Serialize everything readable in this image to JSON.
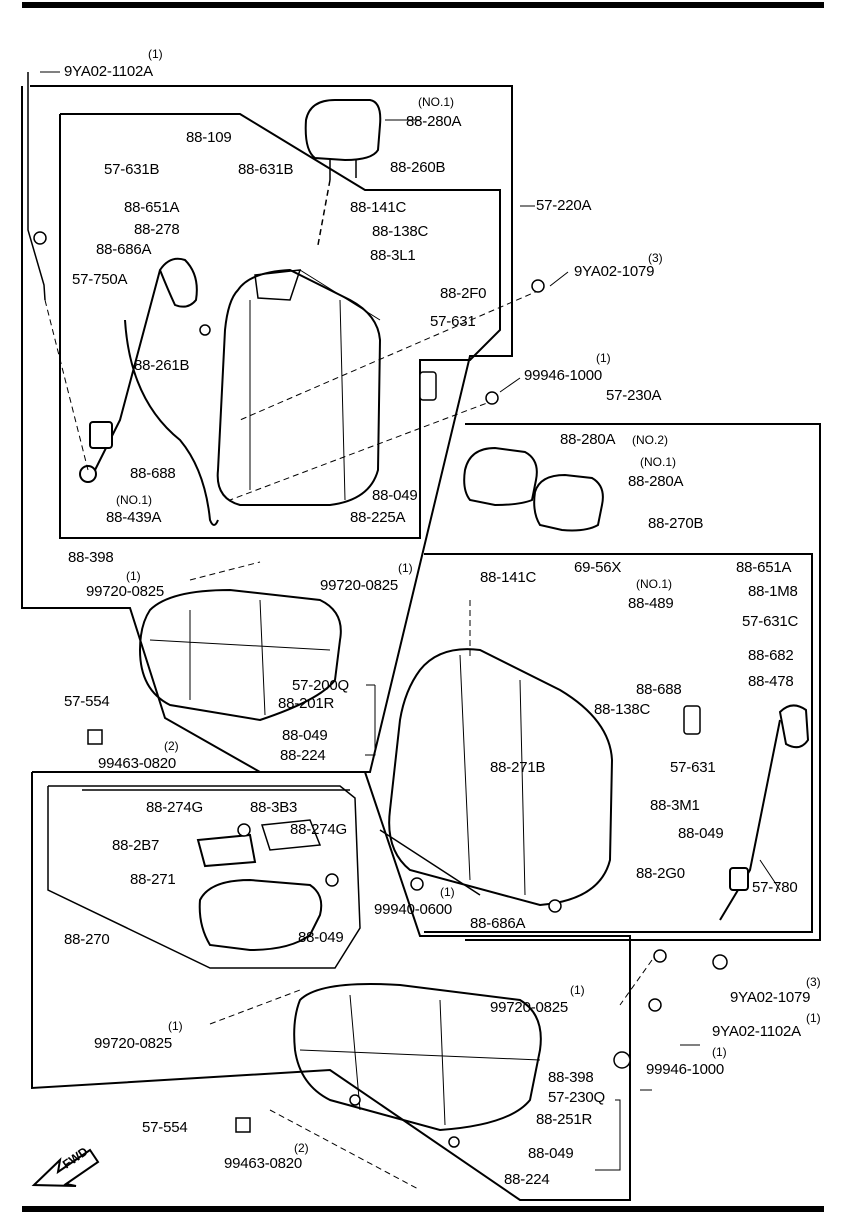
{
  "labels": {
    "9YA02_1102A": "9YA02-1102A",
    "no1": "(NO.1)",
    "88_280A": "88-280A",
    "88_109": "88-109",
    "57_631B": "57-631B",
    "88_631B": "88-631B",
    "88_260B": "88-260B",
    "57_220A": "57-220A",
    "88_651A": "88-651A",
    "88_141C": "88-141C",
    "88_278": "88-278",
    "88_138C": "88-138C",
    "88_686A": "88-686A",
    "88_3L1": "88-3L1",
    "9YA02_1079": "9YA02-1079",
    "57_750A": "57-750A",
    "88_2F0": "88-2F0",
    "57_631": "57-631",
    "88_261B": "88-261B",
    "99946_1000": "99946-1000",
    "57_230A": "57-230A",
    "88_280A_no2": "88-280A",
    "no2": "(NO.2)",
    "88_688": "88-688",
    "88_049": "88-049",
    "88_439A": "88-439A",
    "88_225A": "88-225A",
    "88_270B": "88-270B",
    "88_398": "88-398",
    "69_56X": "69-56X",
    "99720_0825": "99720-0825",
    "88_489": "88-489",
    "88_1M8": "88-1M8",
    "57_631C": "57-631C",
    "88_682": "88-682",
    "88_478": "88-478",
    "57_200Q": "57-200Q",
    "57_554": "57-554",
    "88_201R": "88-201R",
    "99463_0820": "99463-0820",
    "88_224": "88-224",
    "88_271B": "88-271B",
    "88_3M1": "88-3M1",
    "88_274G": "88-274G",
    "88_3B3": "88-3B3",
    "88_2B7": "88-2B7",
    "88_271": "88-271",
    "88_270": "88-270",
    "88_2G0": "88-2G0",
    "57_780": "57-780",
    "99940_0600": "99940-0600",
    "88_686A_b": "88-686A",
    "57_230Q": "57-230Q",
    "88_251R": "88-251R",
    "q1": "(1)",
    "q2": "(2)",
    "q3": "(3)",
    "fwd": "FWD"
  }
}
